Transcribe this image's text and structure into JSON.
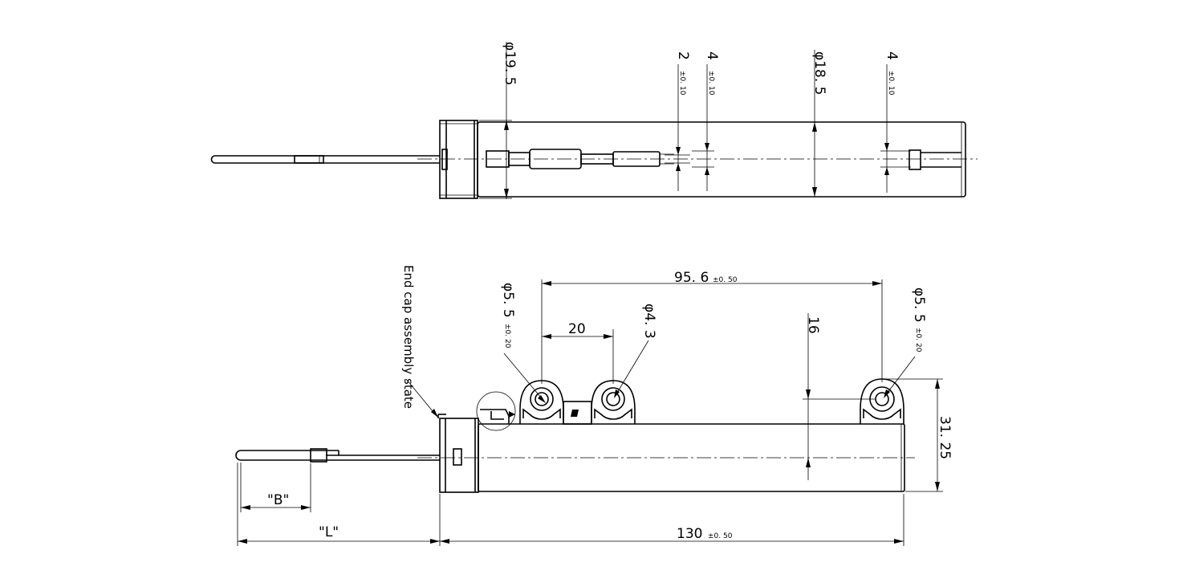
{
  "views": {
    "top": {
      "dims": {
        "d_19_5": "φ19. 5",
        "d_2": "2",
        "d_2_tol": "±0. 10",
        "d_4a": "4",
        "d_4a_tol": "±0. 10",
        "d_18_5": "φ18. 5",
        "d_4b": "4",
        "d_4b_tol": "±0. 10"
      }
    },
    "side": {
      "note": "End cap assembly state",
      "dims": {
        "d_95_6": "95. 6",
        "d_95_6_tol": "±0. 50",
        "d_20": "20",
        "d_5_5_left": "φ5. 5",
        "d_5_5_left_tol": "±0. 20",
        "d_4_3": "φ4. 3",
        "d_16": "16",
        "d_5_5_right": "φ5. 5",
        "d_5_5_right_tol": "±0. 20",
        "d_31_25": "31. 25",
        "d_B": "\"B\"",
        "d_L": "\"L\"",
        "d_130": "130",
        "d_130_tol": "±0. 50"
      }
    }
  }
}
